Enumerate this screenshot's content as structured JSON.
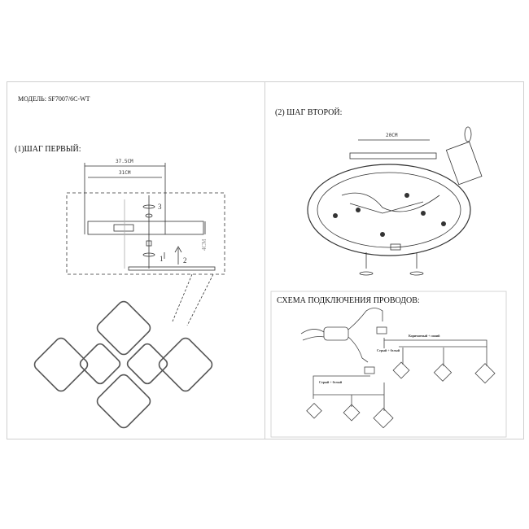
{
  "model_label": "МОДЕЛЬ: SF7007/6C-WT",
  "step1": {
    "title": "(1)ШАГ ПЕРВЫЙ:",
    "dim_outer": "37.5CM",
    "dim_inner": "31CM",
    "dim_height": "4CM",
    "callouts": [
      "1",
      "2",
      "3"
    ]
  },
  "step2": {
    "title": "(2) ШАГ ВТОРОЙ:",
    "dim_bar": "20CM"
  },
  "wiring": {
    "title": "СХЕМА ПОДКЛЮЧЕНИЯ ПРОВОДОВ:",
    "label_brown_blue": "Коричневый + синий",
    "label_grey_white": "Серый + белый"
  }
}
